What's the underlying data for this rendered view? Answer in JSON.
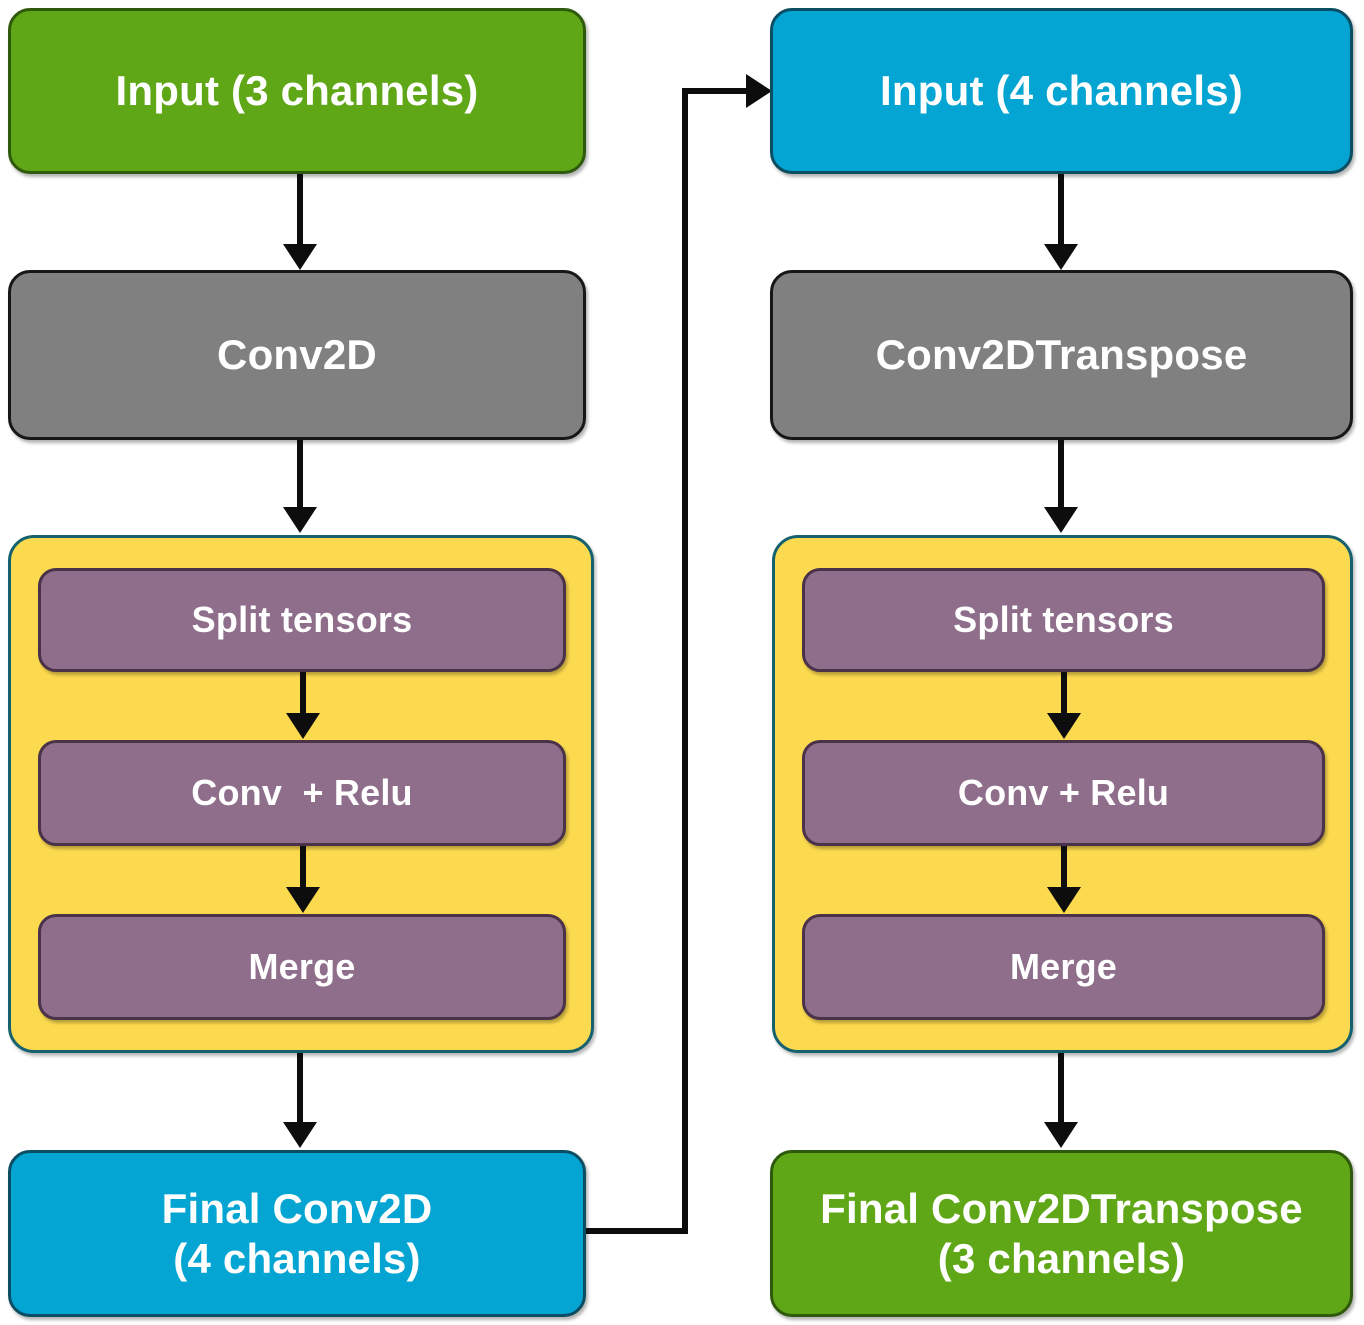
{
  "diagram": {
    "title": "Dual-branch Conv2D / Conv2DTranspose network block diagram",
    "colors": {
      "green": "#5FA717",
      "blue": "#04A4D3",
      "gray": "#808080",
      "purple": "#8E6E8B",
      "yellow": "#FCDA4F",
      "yellow_border": "#16616E",
      "arrow": "#0d0d0d",
      "text": "#ffffff",
      "background": "#ffffff"
    },
    "left_branch": {
      "input_label": "Input (3 channels)",
      "conv_label": "Conv2D",
      "block": {
        "split_label": "Split tensors",
        "conv_relu_label": "Conv  + Relu",
        "merge_label": "Merge"
      },
      "final_label": "Final Conv2D\n(4 channels)",
      "final_label_line1": "Final Conv2D",
      "final_label_line2": "(4 channels)"
    },
    "right_branch": {
      "input_label": "Input (4 channels)",
      "conv_label": "Conv2DTranspose",
      "block": {
        "split_label": "Split tensors",
        "conv_relu_label": "Conv + Relu",
        "merge_label": "Merge"
      },
      "final_label": "Final Conv2DTranspose\n(3 channels)",
      "final_label_line1": "Final Conv2DTranspose",
      "final_label_line2": "(3 channels)"
    },
    "connectors": [
      {
        "name": "left-input-to-conv",
        "from": "Input (3 channels)",
        "to": "Conv2D",
        "kind": "arrow-down"
      },
      {
        "name": "left-conv-to-block",
        "from": "Conv2D",
        "to": "Split tensors",
        "kind": "arrow-down"
      },
      {
        "name": "left-split-to-convrelu",
        "from": "Split tensors",
        "to": "Conv  + Relu",
        "kind": "arrow-down"
      },
      {
        "name": "left-convrelu-to-merge",
        "from": "Conv  + Relu",
        "to": "Merge",
        "kind": "arrow-down"
      },
      {
        "name": "left-block-to-final",
        "from": "Merge",
        "to": "Final Conv2D (4 channels)",
        "kind": "arrow-down"
      },
      {
        "name": "cross-branch-feedback",
        "from": "Final Conv2D (4 channels)",
        "to": "Input (4 channels)",
        "kind": "elbow-arrow-right"
      },
      {
        "name": "right-input-to-conv",
        "from": "Input (4 channels)",
        "to": "Conv2DTranspose",
        "kind": "arrow-down"
      },
      {
        "name": "right-conv-to-block",
        "from": "Conv2DTranspose",
        "to": "Split tensors",
        "kind": "arrow-down"
      },
      {
        "name": "right-split-to-convrelu",
        "from": "Split tensors",
        "to": "Conv + Relu",
        "kind": "arrow-down"
      },
      {
        "name": "right-convrelu-to-merge",
        "from": "Conv + Relu",
        "to": "Merge",
        "kind": "arrow-down"
      },
      {
        "name": "right-block-to-final",
        "from": "Merge",
        "to": "Final Conv2DTranspose (3 channels)",
        "kind": "arrow-down"
      }
    ]
  }
}
